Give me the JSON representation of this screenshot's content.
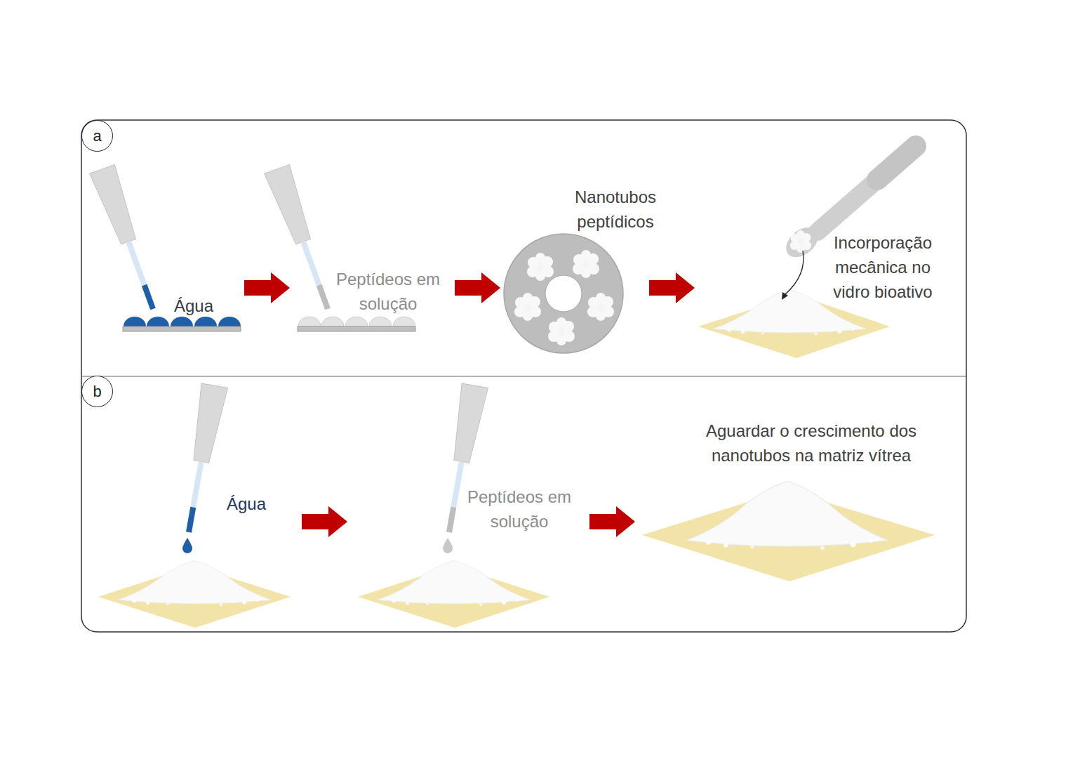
{
  "diagram": {
    "nodes": [
      {
        "text": [
          "a"
        ]
      },
      {
        "text": [
          "b"
        ]
      }
    ],
    "labels": [
      "Água",
      "Peptídeos em solução",
      "Nanotubos peptídicos",
      "Incorporação mecânica no vidro bioativo",
      "Água",
      "Peptídeos em solução",
      "Aguardar o crescimento dos nanotubos na matriz vítrea"
    ]
  }
}
